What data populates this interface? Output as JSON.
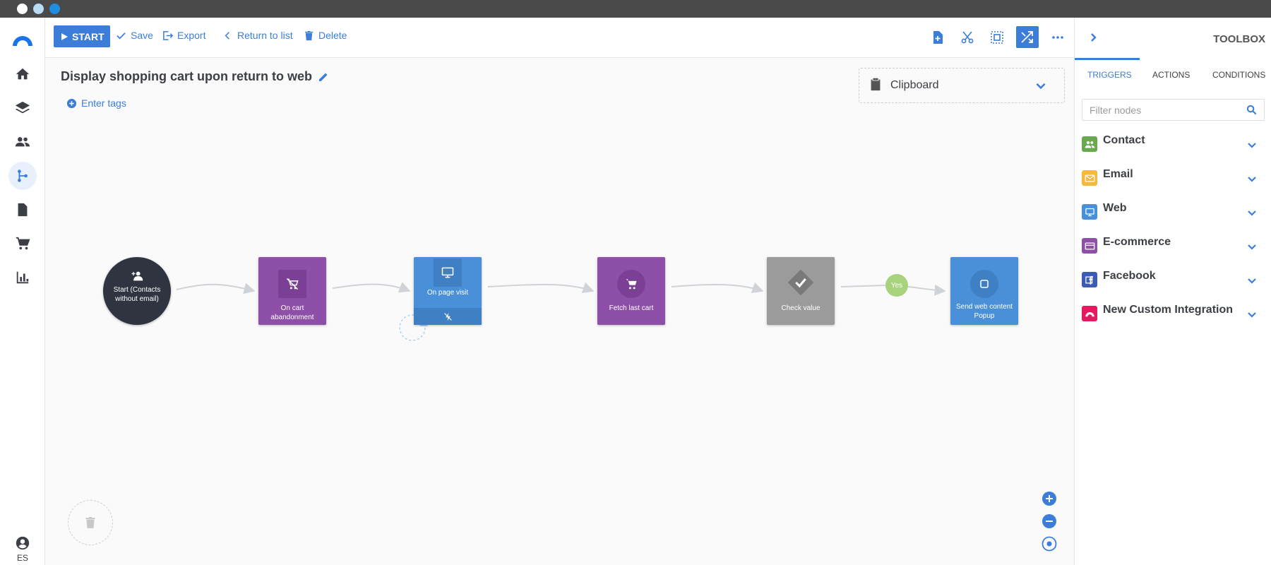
{
  "toolbar": {
    "start_label": "START",
    "save_label": "Save",
    "export_label": "Export",
    "return_label": "Return to list",
    "delete_label": "Delete",
    "icons": [
      "new-node-icon",
      "scissors-icon",
      "select-area-icon",
      "shuffle-icon",
      "more-icon"
    ],
    "accent": "#3b7dd8"
  },
  "canvas": {
    "title": "Display shopping cart upon return to web",
    "tags_label": "Enter tags",
    "clipboard_label": "Clipboard"
  },
  "nodes": {
    "start": {
      "label": "Start (Contacts without email)",
      "color": "#2f3440"
    },
    "cart_abandonment": {
      "label": "On cart abandonment",
      "color": "#8e4fa8"
    },
    "page_visit": {
      "label": "On page visit",
      "color": "#4a90d9"
    },
    "fetch_cart": {
      "label": "Fetch last cart",
      "color": "#8e4fa8"
    },
    "check_value": {
      "label": "Check value",
      "color": "#9b9b9b"
    },
    "send_web": {
      "label": "Send web content Popup",
      "color": "#4a90d9"
    },
    "yes_label": "Yes"
  },
  "rail": {
    "items": [
      "home-icon",
      "layers-icon",
      "contacts-icon",
      "flow-icon",
      "document-icon",
      "cart-icon",
      "chart-icon"
    ],
    "user_label": "ES"
  },
  "toolbox": {
    "title": "TOOLBOX",
    "tabs": [
      {
        "label": "TRIGGERS"
      },
      {
        "label": "ACTIONS"
      },
      {
        "label": "CONDITIONS"
      }
    ],
    "filter_placeholder": "Filter nodes",
    "categories": [
      {
        "label": "Contact",
        "color": "#6aaa4f"
      },
      {
        "label": "Email",
        "color": "#f6b93b"
      },
      {
        "label": "Web",
        "color": "#4a90d9"
      },
      {
        "label": "E-commerce",
        "color": "#8e4fa8"
      },
      {
        "label": "Facebook",
        "color": "#3b5bb5"
      },
      {
        "label": "New Custom Integration",
        "color": "#e5195f"
      }
    ]
  }
}
